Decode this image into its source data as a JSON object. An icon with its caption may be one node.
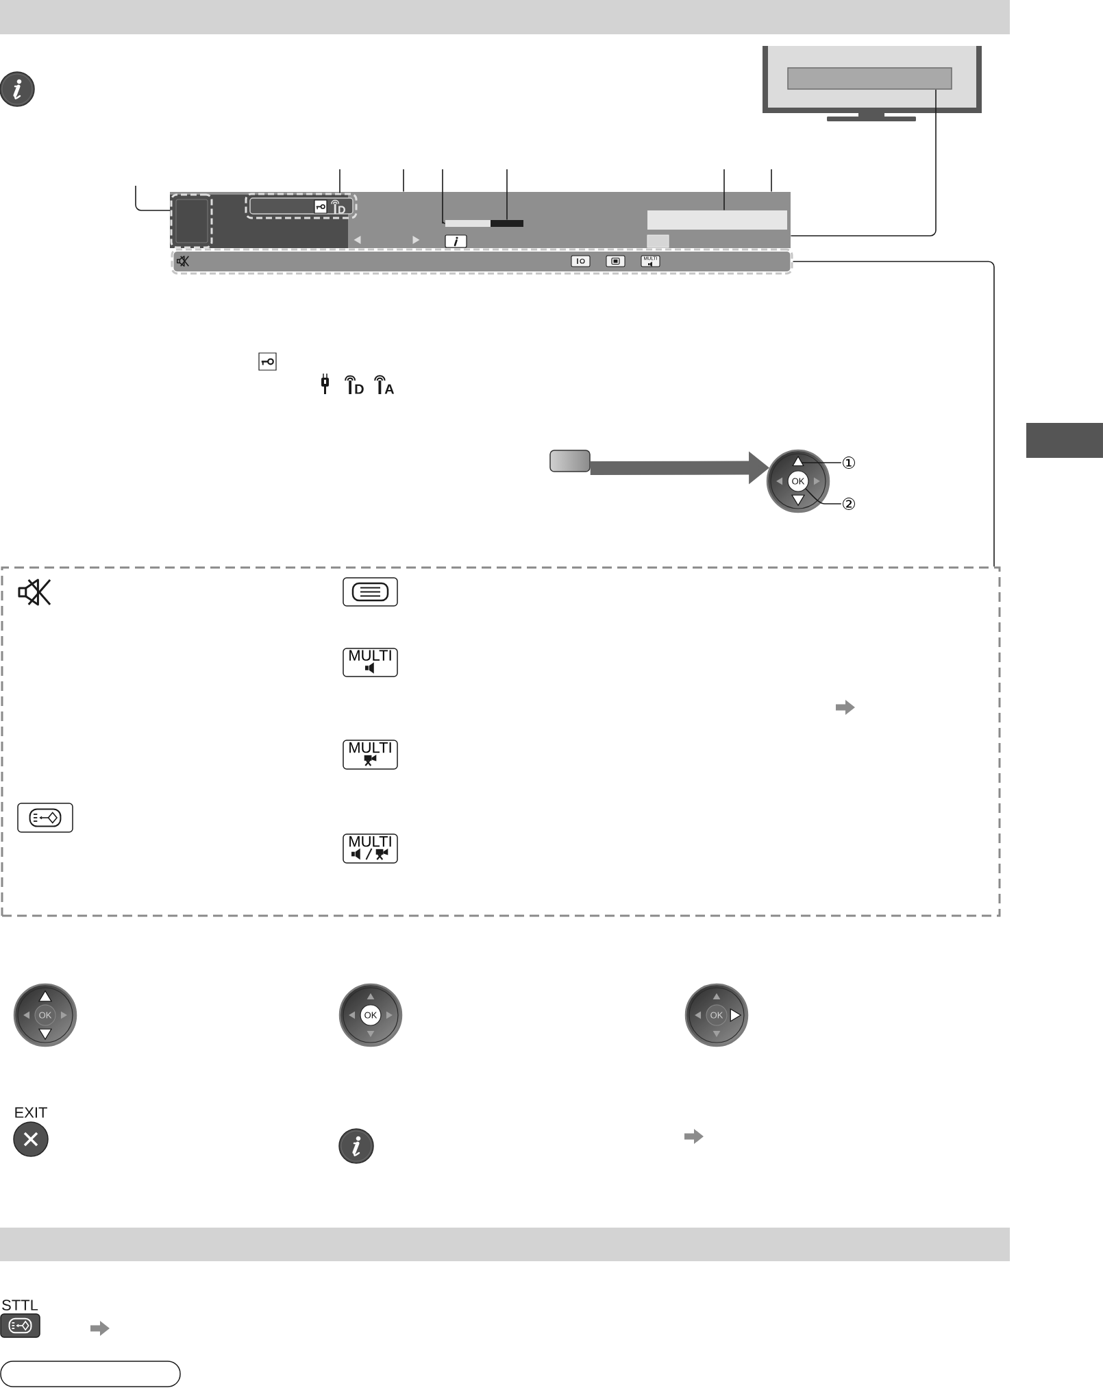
{
  "diagram": {
    "nodes": [
      {
        "text": [],
        "shape": "picture"
      },
      {
        "text": [],
        "shape": "bar",
        "in": 0
      },
      {
        "text": [],
        "shape": "box"
      },
      {
        "text": [],
        "shape": "box",
        "in": 2
      },
      {
        "text": [],
        "shape": "box",
        "in": 2
      },
      {
        "text": [],
        "shape": "bar",
        "in": 2
      },
      {
        "text": [],
        "shape": "box",
        "in": 2
      },
      {
        "text": [],
        "shape": "bar"
      },
      {
        "text": [
          "MULTI"
        ],
        "in": 7
      },
      {
        "text": [],
        "shape": "box"
      },
      {
        "text": [],
        "shape": "box"
      },
      {
        "text": [],
        "shape": "circle"
      },
      {
        "text": [],
        "shape": "triangle",
        "in": 11
      },
      {
        "text": [
          "OK"
        ],
        "in": 11
      },
      {
        "text": [
          "①"
        ]
      },
      {
        "text": [
          "②"
        ]
      },
      {
        "text": [],
        "shape": "box"
      },
      {
        "text": [
          "MULTI"
        ],
        "in": 16
      },
      {
        "text": [
          "MULTI"
        ],
        "in": 16
      },
      {
        "text": [
          "MULTI"
        ],
        "in": 16
      },
      {
        "text": [],
        "shape": "circle"
      },
      {
        "text": [
          "OK"
        ],
        "in": 20
      },
      {
        "text": [],
        "shape": "circle"
      },
      {
        "text": [
          "OK"
        ],
        "in": 22
      },
      {
        "text": [],
        "shape": "circle"
      },
      {
        "text": [
          "OK"
        ],
        "in": 24
      },
      {
        "text": [],
        "shape": "box"
      }
    ],
    "edges": [
      {
        "from": null,
        "to": 3,
        "arrow": "none"
      },
      {
        "from": null,
        "to": 4,
        "arrow": "none"
      },
      {
        "from": null,
        "to": 2,
        "arrow": "none"
      },
      {
        "from": null,
        "to": 5,
        "arrow": "none"
      },
      {
        "from": null,
        "to": 5,
        "arrow": "none"
      },
      {
        "from": null,
        "to": 6,
        "arrow": "none"
      },
      {
        "from": null,
        "to": 2,
        "arrow": "none"
      },
      {
        "from": 1,
        "to": 2,
        "arrow": "none"
      },
      {
        "from": 7,
        "to": 16,
        "arrow": "none"
      },
      {
        "from": 10,
        "to": 11,
        "arrow": "to",
        "style": "thick",
        "color": "#666666"
      },
      {
        "from": 14,
        "to": 12,
        "arrow": "none"
      },
      {
        "from": 15,
        "to": 13,
        "arrow": "none"
      }
    ],
    "labels": [
      "D",
      "D",
      "A",
      "EXIT",
      "STTL"
    ]
  }
}
